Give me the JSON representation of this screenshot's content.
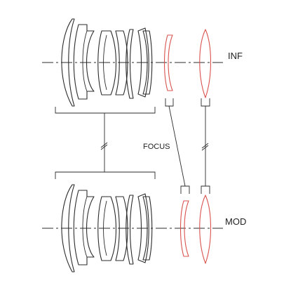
{
  "diagram": {
    "labels": {
      "infinity_position": "INF",
      "focus_group": "FOCUS",
      "mod_position": "MOD"
    },
    "colors": {
      "line": "#2b2b2b",
      "focus_elements": "#d9534f",
      "background": "#ffffff"
    }
  }
}
